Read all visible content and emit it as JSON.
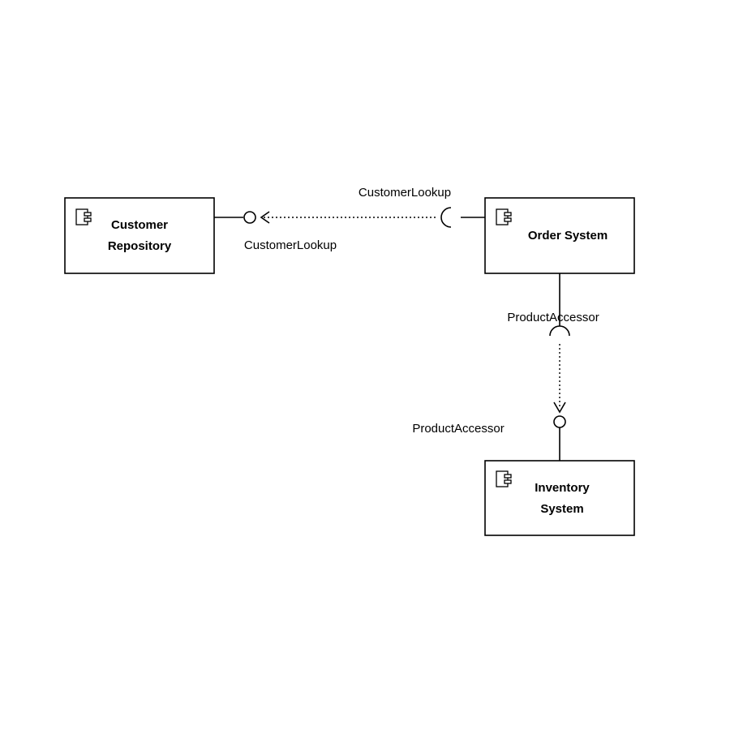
{
  "components": {
    "customer_repository": {
      "line1": "Customer",
      "line2": "Repository",
      "icon": "component-icon"
    },
    "order_system": {
      "line1": "Order System",
      "icon": "component-icon"
    },
    "inventory_system": {
      "line1": "Inventory",
      "line2": "System",
      "icon": "component-icon"
    }
  },
  "interfaces": {
    "customer_lookup_required": "CustomerLookup",
    "customer_lookup_provided": "CustomerLookup",
    "product_accessor_required": "ProductAccessor",
    "product_accessor_provided": "ProductAccessor"
  },
  "colors": {
    "stroke": "#000000",
    "background": "#ffffff"
  }
}
